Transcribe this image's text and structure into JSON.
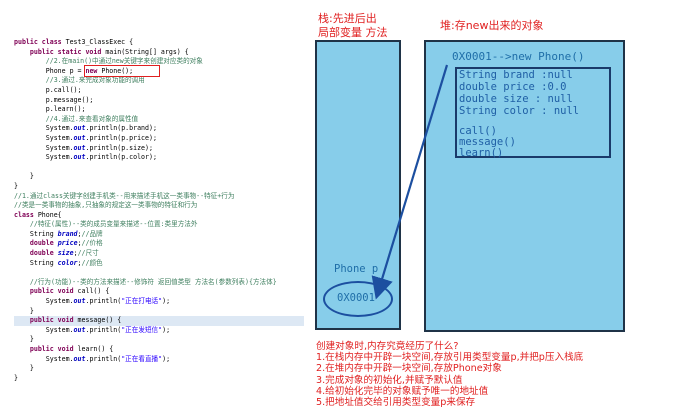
{
  "code_lines": [
    {
      "seg": [
        {
          "t": "public class",
          "c": "kw"
        },
        {
          "t": " Test3_ClassExec {"
        }
      ]
    },
    {
      "seg": [
        {
          "t": "    "
        },
        {
          "t": "public static void",
          "c": "kw"
        },
        {
          "t": " main(String[] args) {"
        }
      ]
    },
    {
      "seg": [
        {
          "t": "        //2.在main()中通过new关键字来创建对应类的对象",
          "c": "cm"
        }
      ]
    },
    {
      "seg": [
        {
          "t": "        Phone p = "
        },
        {
          "t": "new",
          "c": "kw"
        },
        {
          "t": " Phone();"
        }
      ]
    },
    {
      "seg": [
        {
          "t": "        //3.通过.来完成对象功能的调用",
          "c": "cm"
        }
      ]
    },
    {
      "seg": [
        {
          "t": "        p.call();"
        }
      ]
    },
    {
      "seg": [
        {
          "t": "        p.message();"
        }
      ]
    },
    {
      "seg": [
        {
          "t": "        p.learn();"
        }
      ]
    },
    {
      "seg": [
        {
          "t": "        //4.通过.来查看对象的属性值",
          "c": "cm"
        }
      ]
    },
    {
      "seg": [
        {
          "t": "        System."
        },
        {
          "t": "out",
          "c": "it"
        },
        {
          "t": ".println(p.brand);"
        }
      ]
    },
    {
      "seg": [
        {
          "t": "        System."
        },
        {
          "t": "out",
          "c": "it"
        },
        {
          "t": ".println(p.price);"
        }
      ]
    },
    {
      "seg": [
        {
          "t": "        System."
        },
        {
          "t": "out",
          "c": "it"
        },
        {
          "t": ".println(p.size);"
        }
      ]
    },
    {
      "seg": [
        {
          "t": "        System."
        },
        {
          "t": "out",
          "c": "it"
        },
        {
          "t": ".println(p.color);"
        }
      ]
    },
    {
      "seg": [
        {
          "t": ""
        }
      ]
    },
    {
      "seg": [
        {
          "t": "    }"
        }
      ]
    },
    {
      "seg": [
        {
          "t": "}"
        }
      ]
    },
    {
      "seg": [
        {
          "t": "//1.通过class关键字创建手机类--用来描述手机这一类事物--特征+行为",
          "c": "cm"
        }
      ]
    },
    {
      "seg": [
        {
          "t": "//类是一类事物的抽象,只抽象的规定这一类事物的特征和行为",
          "c": "cm"
        }
      ]
    },
    {
      "seg": [
        {
          "t": "class",
          "c": "kw"
        },
        {
          "t": " Phone{"
        }
      ]
    },
    {
      "seg": [
        {
          "t": "    //特征(属性)--类的成员变量来描述--位置:类里方法外",
          "c": "cm"
        }
      ]
    },
    {
      "seg": [
        {
          "t": "    String "
        },
        {
          "t": "brand",
          "c": "it"
        },
        {
          "t": ";"
        },
        {
          "t": "//品牌",
          "c": "cm"
        }
      ]
    },
    {
      "seg": [
        {
          "t": "    "
        },
        {
          "t": "double",
          "c": "kw"
        },
        {
          "t": " "
        },
        {
          "t": "price",
          "c": "it"
        },
        {
          "t": ";"
        },
        {
          "t": "//价格",
          "c": "cm"
        }
      ]
    },
    {
      "seg": [
        {
          "t": "    "
        },
        {
          "t": "double",
          "c": "kw"
        },
        {
          "t": " "
        },
        {
          "t": "size",
          "c": "it"
        },
        {
          "t": ";"
        },
        {
          "t": "//尺寸",
          "c": "cm"
        }
      ]
    },
    {
      "seg": [
        {
          "t": "    String "
        },
        {
          "t": "color",
          "c": "it"
        },
        {
          "t": ";"
        },
        {
          "t": "//颜色",
          "c": "cm"
        }
      ]
    },
    {
      "seg": [
        {
          "t": ""
        }
      ]
    },
    {
      "seg": [
        {
          "t": "    //行为(功能)--类的方法来描述--修饰符 返回值类型 方法名(参数列表){方法体}",
          "c": "cm"
        }
      ]
    },
    {
      "seg": [
        {
          "t": "    "
        },
        {
          "t": "public void",
          "c": "kw"
        },
        {
          "t": " call() {"
        }
      ]
    },
    {
      "seg": [
        {
          "t": "        System."
        },
        {
          "t": "out",
          "c": "it"
        },
        {
          "t": ".println("
        },
        {
          "t": "\"正在打电话\"",
          "c": "str"
        },
        {
          "t": ");"
        }
      ]
    },
    {
      "seg": [
        {
          "t": "    }"
        }
      ]
    },
    {
      "seg": [
        {
          "t": "    "
        },
        {
          "t": "public void",
          "c": "kw"
        },
        {
          "t": " message() {"
        }
      ],
      "hl": true
    },
    {
      "seg": [
        {
          "t": "        System."
        },
        {
          "t": "out",
          "c": "it"
        },
        {
          "t": ".println("
        },
        {
          "t": "\"正在发短信\"",
          "c": "str"
        },
        {
          "t": ");"
        }
      ]
    },
    {
      "seg": [
        {
          "t": "    }"
        }
      ]
    },
    {
      "seg": [
        {
          "t": "    "
        },
        {
          "t": "public void",
          "c": "kw"
        },
        {
          "t": " learn() {"
        }
      ]
    },
    {
      "seg": [
        {
          "t": "        System."
        },
        {
          "t": "out",
          "c": "it"
        },
        {
          "t": ".println("
        },
        {
          "t": "\"正在看直播\"",
          "c": "str"
        },
        {
          "t": ");"
        }
      ]
    },
    {
      "seg": [
        {
          "t": "    }"
        }
      ]
    },
    {
      "seg": [
        {
          "t": "}"
        }
      ]
    }
  ],
  "stack": {
    "title_line1": "栈:先进后出",
    "title_line2": "局部变量  方法",
    "var_label": "Phone p",
    "var_value": "0X0001"
  },
  "heap": {
    "title": "堆:存new出来的对象",
    "object_header": "0X0001-->new Phone()",
    "fields": [
      "String brand :null",
      "double price :0.0",
      "double size : null",
      "String color : null"
    ],
    "methods": [
      "call()",
      "message()",
      "learn()"
    ]
  },
  "steps": {
    "heading": "创建对象时,内存究竟经历了什么?",
    "items": [
      "1.在栈内存中开辟一块空间,存放引用类型变量p,并把p压入栈底",
      "2.在堆内存中开辟一块空间,存放Phone对象",
      "3.完成对象的初始化,并赋予默认值",
      "4.给初始化完毕的对象赋予唯一的地址值",
      "5.把地址值交给引用类型变量p来保存"
    ]
  },
  "colors": {
    "memory_fill": "#87cdea",
    "annotation_red": "#e02020",
    "pointer_blue": "#1f6ea8"
  }
}
